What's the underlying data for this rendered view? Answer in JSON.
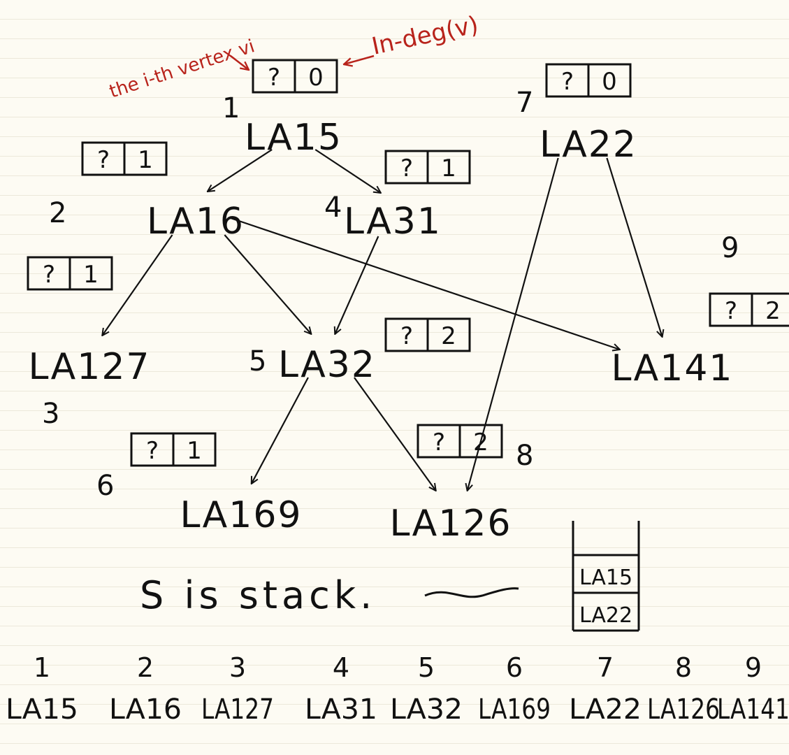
{
  "annotation": {
    "vertex_note": "the i-th vertex vi",
    "indeg_note": "In-deg(v)",
    "color": "#b8231b"
  },
  "nodes": [
    {
      "id": "LA15",
      "label": "LA15",
      "order": "1",
      "box": {
        "q": "?",
        "indeg": "0"
      }
    },
    {
      "id": "LA16",
      "label": "LA16",
      "order": "2",
      "box": {
        "q": "?",
        "indeg": "1"
      }
    },
    {
      "id": "LA31",
      "label": "LA31",
      "order": "4",
      "box": {
        "q": "?",
        "indeg": "1"
      }
    },
    {
      "id": "LA22",
      "label": "LA22",
      "order": "7",
      "box": {
        "q": "?",
        "indeg": "0"
      }
    },
    {
      "id": "LA127",
      "label": "LA127",
      "order": "3",
      "box": {
        "q": "?",
        "indeg": "1"
      }
    },
    {
      "id": "LA32",
      "label": "LA32",
      "order": "5",
      "box": {
        "q": "?",
        "indeg": "2"
      }
    },
    {
      "id": "LA141",
      "label": "LA141",
      "order": "9",
      "box": {
        "q": "?",
        "indeg": "2"
      }
    },
    {
      "id": "LA169",
      "label": "LA169",
      "order": "6",
      "box": {
        "q": "?",
        "indeg": "1"
      }
    },
    {
      "id": "LA126",
      "label": "LA126",
      "order": "8",
      "box": {
        "q": "?",
        "indeg": "2"
      }
    }
  ],
  "edges": [
    {
      "from": "LA15",
      "to": "LA16"
    },
    {
      "from": "LA15",
      "to": "LA31"
    },
    {
      "from": "LA16",
      "to": "LA127"
    },
    {
      "from": "LA16",
      "to": "LA32"
    },
    {
      "from": "LA16",
      "to": "LA141"
    },
    {
      "from": "LA31",
      "to": "LA32"
    },
    {
      "from": "LA22",
      "to": "LA126"
    },
    {
      "from": "LA22",
      "to": "LA141"
    },
    {
      "from": "LA32",
      "to": "LA169"
    },
    {
      "from": "LA32",
      "to": "LA126"
    }
  ],
  "stack": {
    "caption": "S is stack.",
    "items": [
      "LA15",
      "LA22"
    ]
  },
  "sequence": [
    {
      "num": "1",
      "name": "LA15"
    },
    {
      "num": "2",
      "name": "LA16"
    },
    {
      "num": "3",
      "name": "LA127"
    },
    {
      "num": "4",
      "name": "LA31"
    },
    {
      "num": "5",
      "name": "LA32"
    },
    {
      "num": "6",
      "name": "LA169"
    },
    {
      "num": "7",
      "name": "LA22"
    },
    {
      "num": "8",
      "name": "LA126"
    },
    {
      "num": "9",
      "name": "LA141"
    }
  ]
}
